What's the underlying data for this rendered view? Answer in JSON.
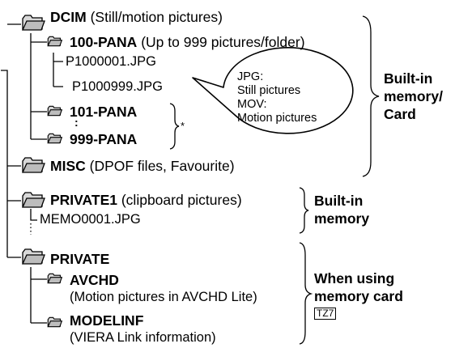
{
  "tree": {
    "dcim": {
      "name": "DCIM",
      "desc": "(Still/motion pictures)"
    },
    "pana100": {
      "name": "100-PANA",
      "desc": "(Up to 999 pictures/folder)"
    },
    "file_first": "P1000001.JPG",
    "file_last": "P1000999.JPG",
    "pana101": "101-PANA",
    "pana999": "999-PANA",
    "ellipsis": ":",
    "asterisk": "*",
    "misc": {
      "name": "MISC",
      "desc": "(DPOF files, Favourite)"
    },
    "private1": {
      "name": "PRIVATE1",
      "desc": "(clipboard pictures)"
    },
    "memo_file": "MEMO0001.JPG",
    "private": "PRIVATE",
    "avchd": {
      "name": "AVCHD",
      "desc": "(Motion pictures in AVCHD Lite)"
    },
    "modelinf": {
      "name": "MODELINF",
      "desc": "(VIERA Link information)"
    }
  },
  "callout": {
    "lines": [
      "JPG:",
      "Still pictures",
      "MOV:",
      "Motion pictures"
    ]
  },
  "labels": {
    "builtin_card": [
      "Built-in",
      "memory/",
      "Card"
    ],
    "builtin": [
      "Built-in",
      "memory"
    ],
    "memcard": [
      "When using",
      "memory card"
    ],
    "model_badge": "TZ7"
  },
  "icons": {
    "folder": "folder-icon"
  }
}
